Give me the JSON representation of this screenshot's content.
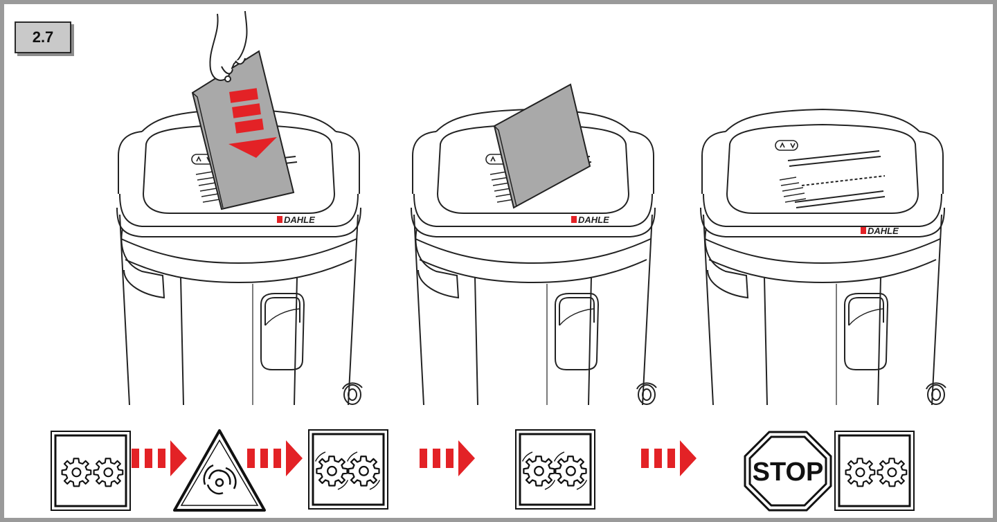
{
  "step_label": "2.7",
  "brand_name": "DAHLE",
  "stop_sign_text": "STOP",
  "colors": {
    "accent_red": "#e32226",
    "paper_gray": "#a9a9a9",
    "frame_gray": "#9a9a9a",
    "line": "#222222"
  },
  "icons": [
    "gears-idle-icon",
    "arrow-icon",
    "auto-feed-warning-icon",
    "arrow-icon",
    "gears-running-icon",
    "arrow-icon",
    "gears-running-icon",
    "arrow-icon",
    "stop-sign-icon",
    "gears-idle-icon"
  ]
}
